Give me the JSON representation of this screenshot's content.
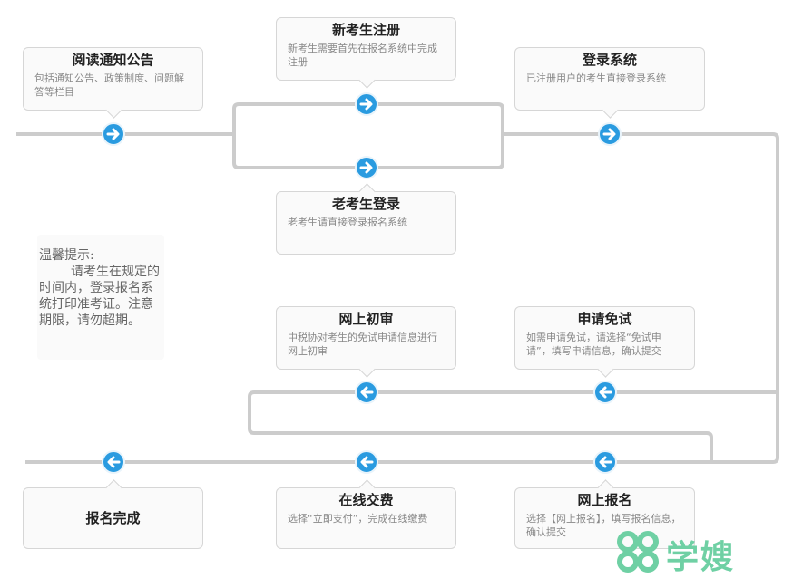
{
  "steps": {
    "read_notice": {
      "title": "阅读通知公告",
      "desc": "包括通知公告、政策制度、问题解答等栏目"
    },
    "new_register": {
      "title": "新考生注册",
      "desc": "新考生需要首先在报名系统中完成注册"
    },
    "login": {
      "title": "登录系统",
      "desc": "已注册用户的考生直接登录系统"
    },
    "old_login": {
      "title": "老考生登录",
      "desc": "老考生请直接登录报名系统"
    },
    "online_review": {
      "title": "网上初审",
      "desc": "中税协对考生的免试申请信息进行网上初审"
    },
    "apply_exempt": {
      "title": "申请免试",
      "desc": "如需申请免试，请选择“免试申请”，填写申请信息，确认提交"
    },
    "done": {
      "title": "报名完成"
    },
    "pay_online": {
      "title": "在线交费",
      "desc": "选择“立即支付”，完成在线缴费"
    },
    "online_signup": {
      "title": "网上报名",
      "desc": "选择【网上报名】，填写报名信息，确认提交"
    }
  },
  "tip": {
    "heading": "温馨提示:",
    "body": "请考生在规定的时间内，登录报名系统打印准考证。注意期限，请勿超期。"
  },
  "watermark": {
    "text": "学嫂"
  },
  "colors": {
    "line": "#cccccc",
    "node": "#2a9be0",
    "watermark": "#6fd0a4"
  }
}
